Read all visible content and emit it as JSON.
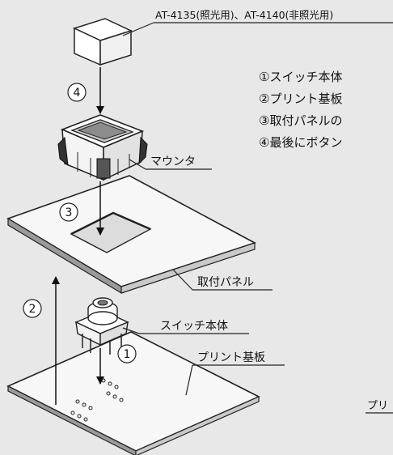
{
  "labels": {
    "button_models": "AT-4135(照光用)、AT-4140(非照光用)",
    "mounter": "マウンタ",
    "mounting_panel": "取付パネル",
    "switch_body": "スイッチ本体",
    "pcb": "プリント基板",
    "pcb_cut": "プリ"
  },
  "steps": {
    "s1": "①スイッチ本体",
    "s2": "②プリント基板",
    "s3": "③取付パネルの",
    "s4": "④最後にボタン"
  },
  "step_marks": {
    "m1": "1",
    "m2": "2",
    "m3": "3",
    "m4": "4"
  }
}
